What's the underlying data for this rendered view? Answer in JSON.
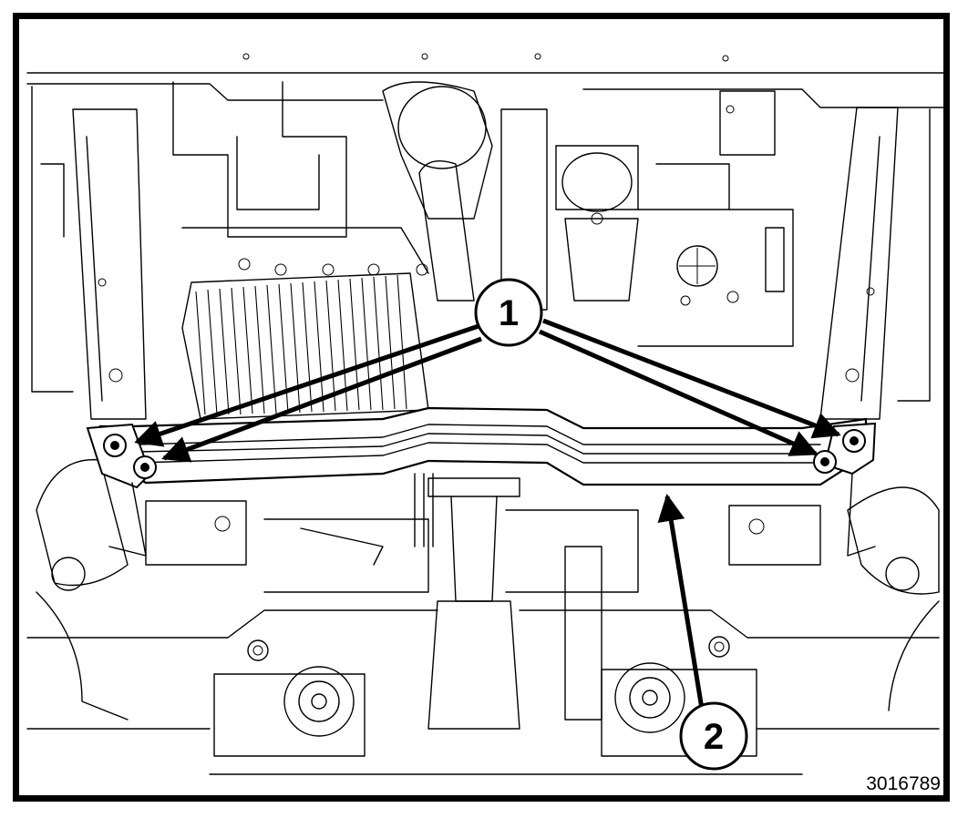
{
  "diagram": {
    "figure_id": "3016789",
    "callouts": [
      {
        "number": "1",
        "refers_to": "crossmember-bolts"
      },
      {
        "number": "2",
        "refers_to": "front-crossmember-brace"
      }
    ]
  }
}
